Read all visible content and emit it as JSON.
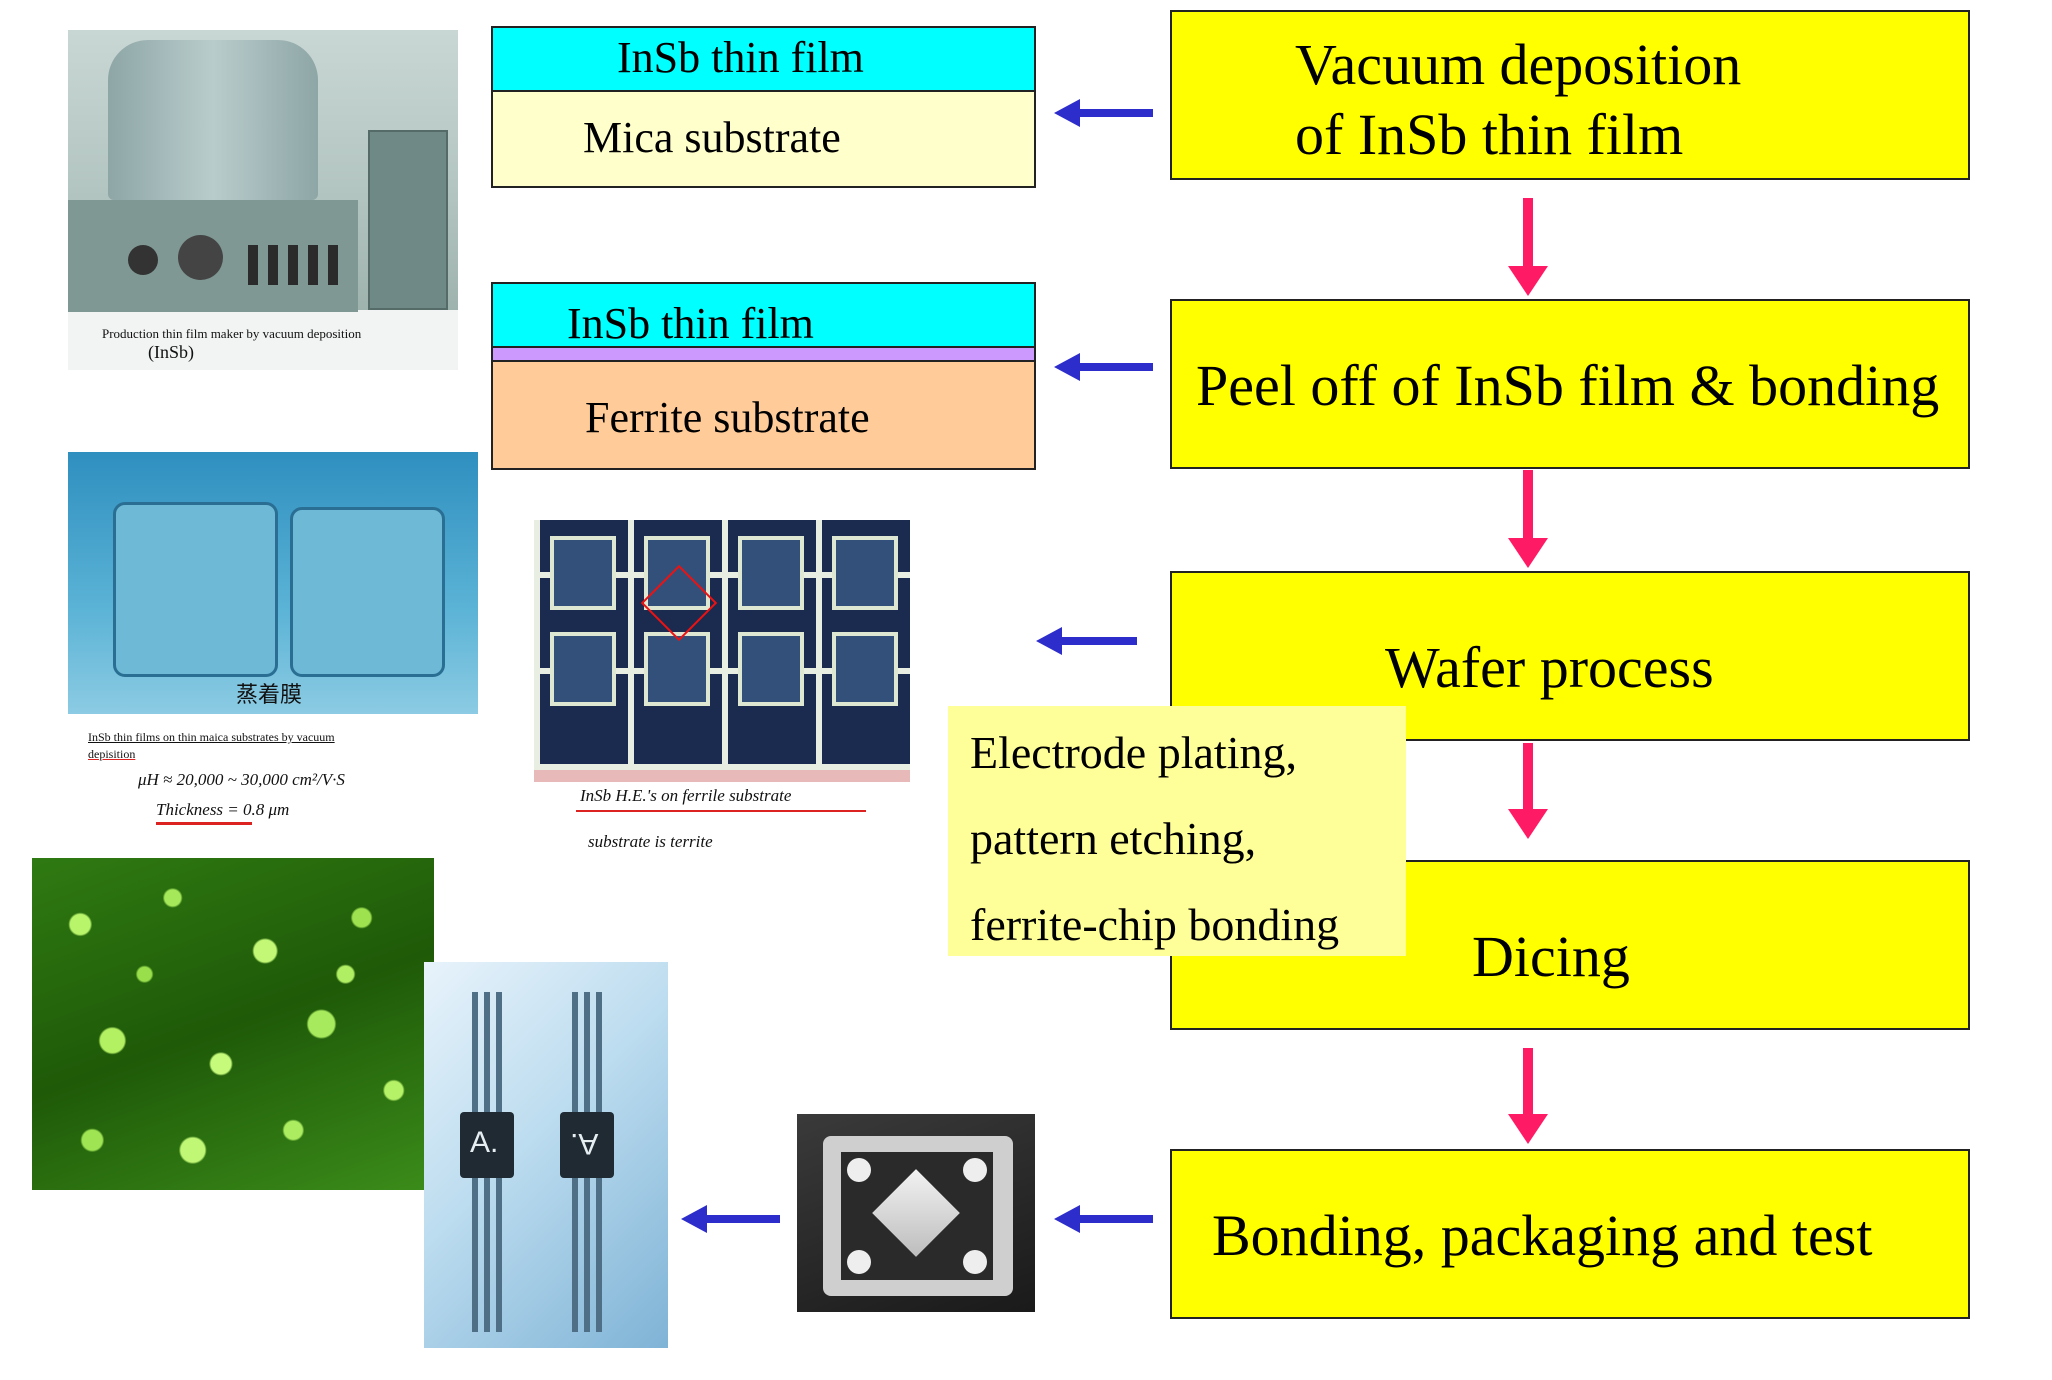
{
  "steps": {
    "vacuum_line1": "Vacuum deposition",
    "vacuum_line2": "of InSb thin film",
    "peel": "Peel off of InSb film & bonding",
    "wafer": "Wafer process",
    "dicing": "Dicing",
    "bonding": "Bonding, packaging and test"
  },
  "layers": {
    "mica_top": "InSb thin film",
    "mica_bottom": "Mica substrate",
    "ferrite_top": "InSb thin film",
    "ferrite_bottom": "Ferrite substrate"
  },
  "wafer_note": {
    "line1": "Electrode plating,",
    "line2": "pattern etching,",
    "line3": "ferrite-chip bonding"
  },
  "photo_captions": {
    "machine_caption": "Production thin film maker by vacuum deposition",
    "machine_sub": "(InSb)",
    "film_kanji": "蒸着膜",
    "film_caption1": "InSb thin films on thin maica substrates by vacuum",
    "film_caption2": "depisition",
    "film_mobility": "μH ≈ 20,000 ~ 30,000 cm²/V·S",
    "film_thickness": "Thickness = 0.8 μm",
    "pattern_caption": "InSb H.E.'s on ferrile substrate",
    "pattern_sub": "substrate is territe",
    "chip_left": "A.",
    "chip_right": "A."
  },
  "colors": {
    "step_fill": "#ffff00",
    "insb_layer": "#00ffff",
    "mica_layer": "#ffffcc",
    "ferrite_layer": "#ffcc99",
    "bond_layer": "#cc99ff",
    "flow_arrow": "#ff1a66",
    "output_arrow": "#2d2dcc"
  }
}
